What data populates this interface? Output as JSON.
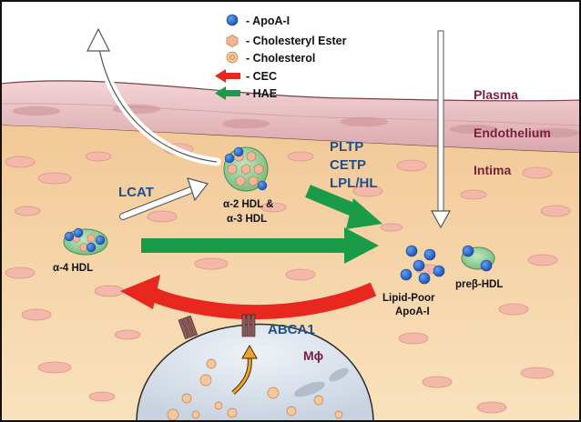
{
  "legend": {
    "apoa1": "- ApoA-I",
    "ester": "- Cholesteryl Ester",
    "chol": "- Cholesterol",
    "cec": "- CEC",
    "hae": "- HAE"
  },
  "layers": {
    "plasma": "Plasma",
    "endothelium": "Endothelium",
    "intima": "Intima"
  },
  "labels": {
    "enzymes": [
      "PLTP",
      "CETP",
      "LPL/HL"
    ],
    "lcat": "LCAT",
    "hdl23": [
      "α-2 HDL &",
      "α-3 HDL"
    ],
    "hdl4": "α-4 HDL",
    "lipidpoor": [
      "Lipid-Poor",
      "ApoA-I"
    ],
    "prebeta": "preβ-HDL",
    "abca1": "ABCA1",
    "macrophage": "Mϕ"
  },
  "colors": {
    "plasma_text": "#7a1f3d",
    "enzyme_text": "#1f4e8c",
    "cec_arrow": "#e8271f",
    "hae_arrow": "#1a9b48",
    "apoa1": "#2f6fd6",
    "ester": "#f3b893",
    "chol": "#f7c79c",
    "endothelium": "#e2b9bd",
    "intima": "#f3d5a4",
    "macrophage": "#dfe6f0"
  }
}
